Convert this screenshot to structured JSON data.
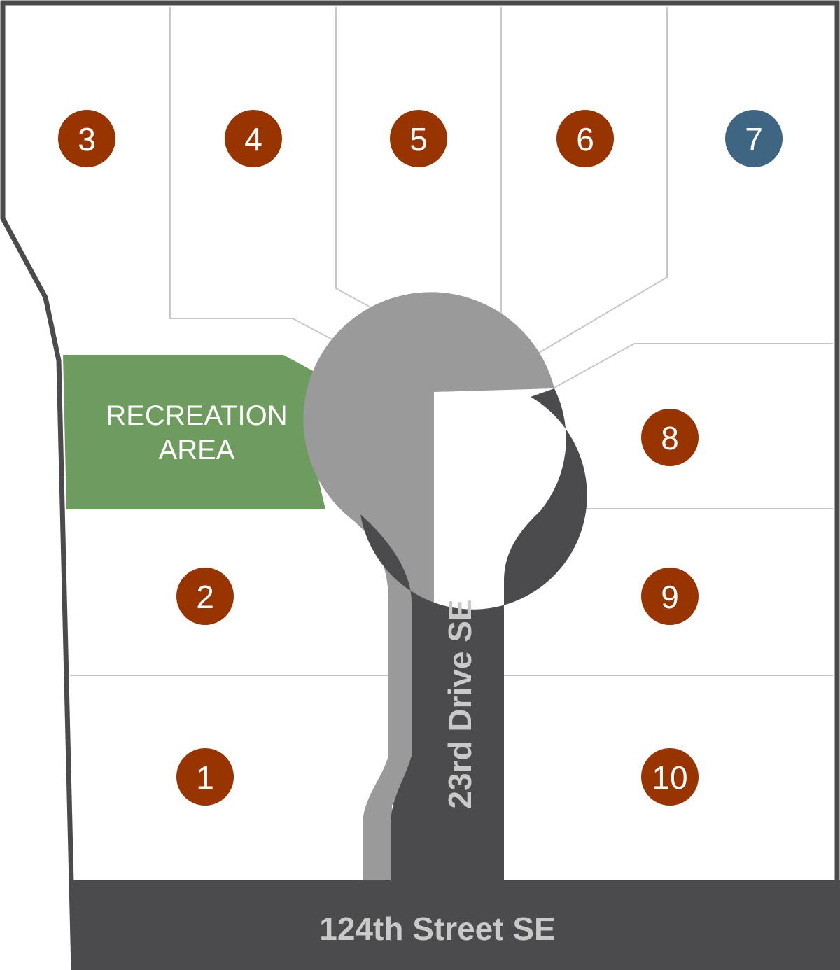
{
  "map": {
    "colors": {
      "lot_available": "#973400",
      "lot_other": "#3e6682",
      "recreation": "#6e9c5e",
      "road": "#4b4b4d",
      "sidewalk": "#9a9a9a",
      "boundary": "#4b4b4d"
    },
    "lots": [
      {
        "number": "1",
        "color": "#973400"
      },
      {
        "number": "2",
        "color": "#973400"
      },
      {
        "number": "3",
        "color": "#973400"
      },
      {
        "number": "4",
        "color": "#973400"
      },
      {
        "number": "5",
        "color": "#973400"
      },
      {
        "number": "6",
        "color": "#973400"
      },
      {
        "number": "7",
        "color": "#3e6682"
      },
      {
        "number": "8",
        "color": "#973400"
      },
      {
        "number": "9",
        "color": "#973400"
      },
      {
        "number": "10",
        "color": "#973400"
      }
    ],
    "recreation_area": {
      "line1": "RECREATION",
      "line2": "AREA"
    },
    "roads": {
      "drive": "23rd Drive SE",
      "street": "124th Street SE"
    }
  }
}
